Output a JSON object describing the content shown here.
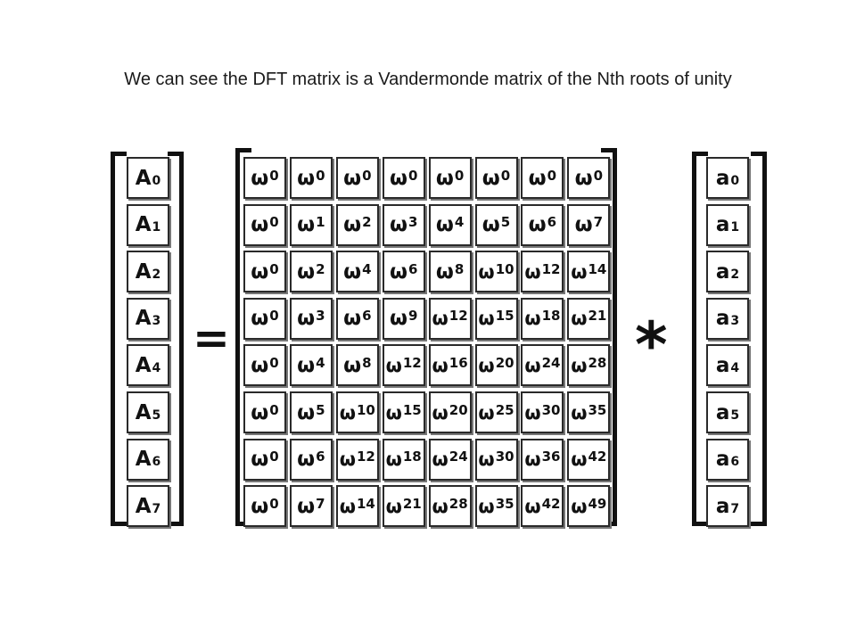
{
  "title": "We can see the DFT matrix is a Vandermonde matrix of the Nth roots of unity",
  "operators": {
    "equals": "=",
    "multiply": "*"
  },
  "output_vector": {
    "base": "A",
    "subscripts": [
      "0",
      "1",
      "2",
      "3",
      "4",
      "5",
      "6",
      "7"
    ]
  },
  "input_vector": {
    "base": "a",
    "subscripts": [
      "0",
      "1",
      "2",
      "3",
      "4",
      "5",
      "6",
      "7"
    ]
  },
  "matrix": {
    "base": "ω",
    "exponents": [
      [
        "0",
        "0",
        "0",
        "0",
        "0",
        "0",
        "0",
        "0"
      ],
      [
        "0",
        "1",
        "2",
        "3",
        "4",
        "5",
        "6",
        "7"
      ],
      [
        "0",
        "2",
        "4",
        "6",
        "8",
        "10",
        "12",
        "14"
      ],
      [
        "0",
        "3",
        "6",
        "9",
        "12",
        "15",
        "18",
        "21"
      ],
      [
        "0",
        "4",
        "8",
        "12",
        "16",
        "20",
        "24",
        "28"
      ],
      [
        "0",
        "5",
        "10",
        "15",
        "20",
        "25",
        "30",
        "35"
      ],
      [
        "0",
        "6",
        "12",
        "18",
        "24",
        "30",
        "36",
        "42"
      ],
      [
        "0",
        "7",
        "14",
        "21",
        "28",
        "35",
        "42",
        "49"
      ]
    ]
  },
  "colors": {
    "ink": "#111111",
    "cell_border": "#2a2a2a",
    "shadow": "#777777",
    "background": "#ffffff"
  }
}
